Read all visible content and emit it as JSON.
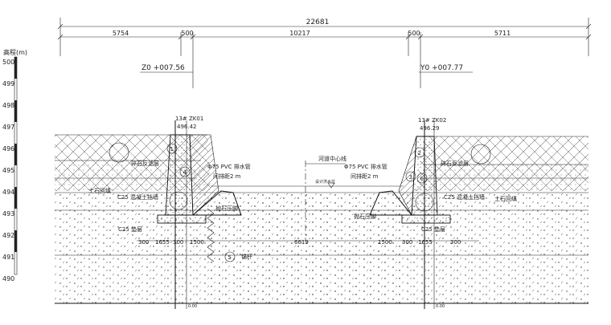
{
  "dimensions": {
    "total": "22681",
    "segments": [
      "5754",
      "500",
      "10217",
      "500",
      "5711"
    ]
  },
  "stations": {
    "left": "Z0 +007.56",
    "right": "Y0 +007.77"
  },
  "elevation_axis": {
    "label": "高程(m)",
    "ticks": [
      "500",
      "499",
      "498",
      "497",
      "496",
      "495",
      "494",
      "493",
      "492",
      "491",
      "490"
    ]
  },
  "boreholes": [
    {
      "id": "13# ZK01",
      "elev": "496.42"
    },
    {
      "id": "13# ZK02",
      "elev": "496.29"
    }
  ],
  "labels": {
    "river_centerline": "河道中心线",
    "pvc_left_1": "Φ75 PVC 排水管",
    "pvc_left_2": "间排距2 m",
    "pvc_right_1": "Φ75 PVC 排水管",
    "pvc_right_2": "间排距2 m",
    "water_level": "设计洪水位",
    "left_backfill": "碎石反滤层",
    "left_wall": "C25 混凝土挡墙",
    "left_soil": "土石回填",
    "left_riprap": "抛石压脚",
    "left_base": "C25 垫层",
    "right_backfill": "碎石反滤层",
    "right_wall": "C25 混凝土挡墙",
    "right_soil": "土石回填",
    "right_riprap": "抛石压脚",
    "right_base": "C25 垫层",
    "anchor": "锚杆",
    "bottom_dims": [
      "300",
      "1655",
      "300",
      "1500",
      "6619",
      "1500",
      "300",
      "1655",
      "300"
    ],
    "bottom_marks": [
      "0.00",
      "0.00"
    ]
  },
  "circle_marks": [
    "1",
    "2",
    "3",
    "4",
    "5",
    "6"
  ]
}
